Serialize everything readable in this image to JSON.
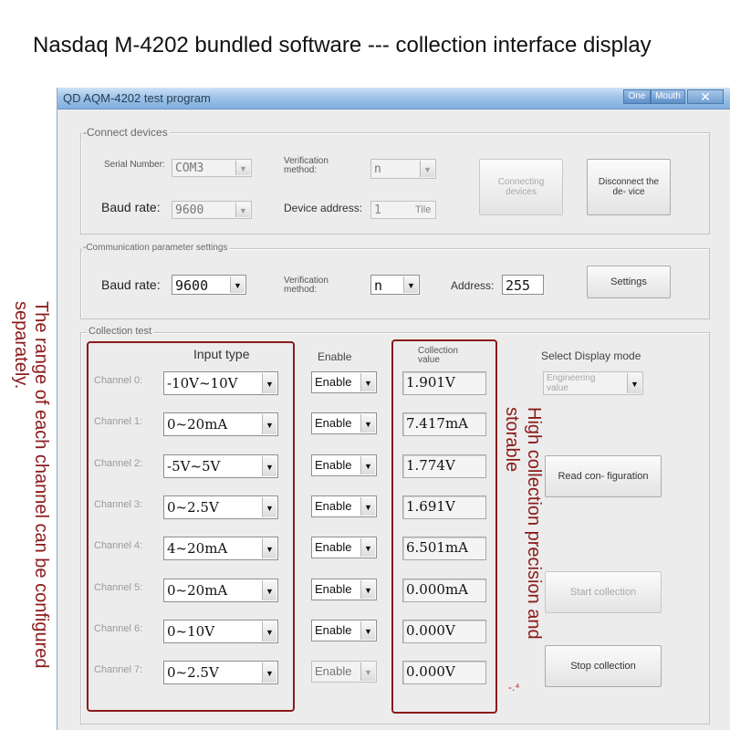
{
  "heading": "Nasdaq M-4202 bundled software --- collection interface display",
  "window": {
    "title": "QD AQM-4202 test program",
    "btn_one": "One",
    "btn_mouth": "Mouth",
    "btn_close": "✕"
  },
  "connect": {
    "group_title": "-Connect devices",
    "serial_label": "Serial Number:",
    "serial_value": "COM3",
    "verif_label_1": "Verification",
    "verif_label_2": "method:",
    "verif_value": "n",
    "baud_label": "Baud rate:",
    "baud_value": "9600",
    "address_label": "Device address:",
    "address_value": "1",
    "address_suffix": "Tile",
    "connect_btn": "Connecting devices",
    "disconnect_btn": "Disconnect the de- vice"
  },
  "comm": {
    "group_title": "-Communication parameter settings",
    "baud_label": "Baud rate:",
    "baud_value": "9600",
    "verif_label_1": "Verification",
    "verif_label_2": "method:",
    "verif_value": "n",
    "address_label": "Address:",
    "address_value": "255",
    "settings_btn": "Settings"
  },
  "collect": {
    "group_title": "Collection test",
    "input_type_header": "Input type",
    "enable_header": "Enable",
    "value_header_1": "Collection",
    "value_header_2": "value",
    "display_mode_label": "Select Display mode",
    "display_mode_value_1": "Engineering",
    "display_mode_value_2": "value",
    "read_config_btn": "Read con- figuration",
    "start_btn": "Start collection",
    "stop_btn": "Stop collection",
    "channels": [
      {
        "label": "Channel 0:",
        "range": "-10V~10V",
        "enable": "Enable",
        "value": "1.901V"
      },
      {
        "label": "Channel 1:",
        "range": "0~20mA",
        "enable": "Enable",
        "value": "7.417mA"
      },
      {
        "label": "Channel 2:",
        "range": "-5V~5V",
        "enable": "Enable",
        "value": "1.774V"
      },
      {
        "label": "Channel 3:",
        "range": "0~2.5V",
        "enable": "Enable",
        "value": "1.691V"
      },
      {
        "label": "Channel 4:",
        "range": "4~20mA",
        "enable": "Enable",
        "value": "6.501mA"
      },
      {
        "label": "Channel 5:",
        "range": "0~20mA",
        "enable": "Enable",
        "value": "0.000mA"
      },
      {
        "label": "Channel 6:",
        "range": "0~10V",
        "enable": "Enable",
        "value": "0.000V"
      },
      {
        "label": "Channel 7:",
        "range": "0~2.5V",
        "enable": "Enable",
        "value": "0.000V"
      }
    ]
  },
  "annotations": {
    "left": "The range of each channel can be configured separately.",
    "right_1": "High collection precision and",
    "right_2": "storable"
  },
  "icons": {
    "dropdown": "chevron-down-icon",
    "close": "close-icon"
  },
  "colors": {
    "annotation": "#8b1a1a",
    "titlebar": "#9fc3e8"
  }
}
